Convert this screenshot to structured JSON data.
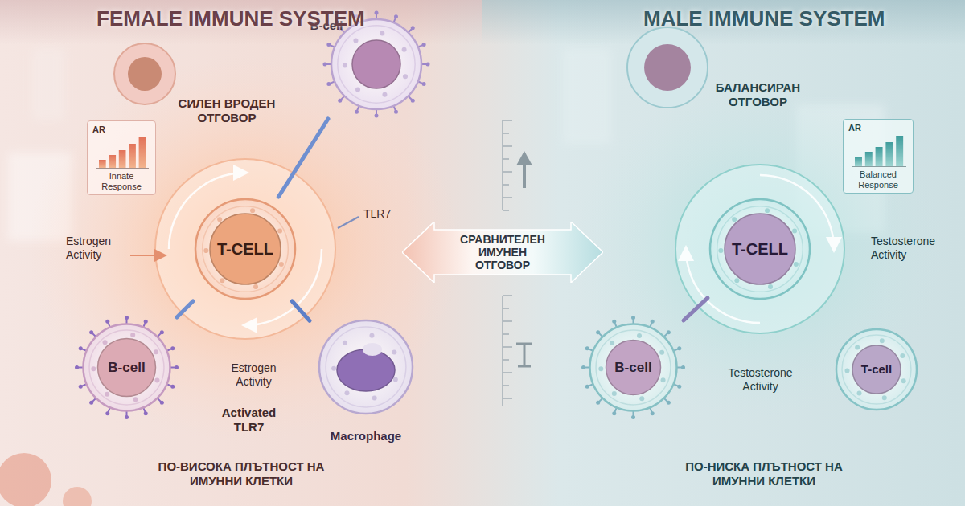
{
  "diagram": {
    "nodes": [
      {
        "text": [
          "AR",
          "Innate Response"
        ]
      },
      {
        "text": [
          "B-cell"
        ]
      },
      {
        "text": [
          "T-CELL"
        ]
      },
      {
        "text": [
          "B-cell"
        ]
      },
      {
        "text": [
          "Macrophage"
        ]
      },
      {
        "text": [
          "СРАВНИТЕЛЕН ИМУНЕН ОТГОВОР"
        ]
      },
      {
        "text": [
          "AR",
          "Balanced Response"
        ]
      },
      {
        "text": [
          "T-CELL"
        ]
      },
      {
        "text": [
          "B-cell"
        ]
      },
      {
        "text": [
          "T-cell"
        ]
      }
    ],
    "edges": [
      {
        "from": 2,
        "to": 1,
        "arrow": "none"
      },
      {
        "from": 2,
        "to": 3,
        "arrow": "none"
      },
      {
        "from": 2,
        "to": 4,
        "arrow": "none"
      },
      {
        "from": 7,
        "to": 8,
        "arrow": "none"
      }
    ],
    "labels": [
      "FEMALE IMMUNE SYSTEM",
      "СИЛЕН ВРОДЕН ОТГОВОР",
      "Estrogen Activity",
      "TLR7",
      "Estrogen Activity",
      "Activated TLR7",
      "ПО-ВИСОКА ПЛЪТНОСТ НА ИМУННИ КЛЕТКИ",
      "MALE IMMUNE SYSTEM",
      "БАЛАНСИРАН ОТГОВОР",
      "Testosterone Activity",
      "Testosterone Activity",
      "ПО-НИСКА ПЛЪТНОСТ НА ИМУННИ КЛЕТКИ"
    ]
  }
}
